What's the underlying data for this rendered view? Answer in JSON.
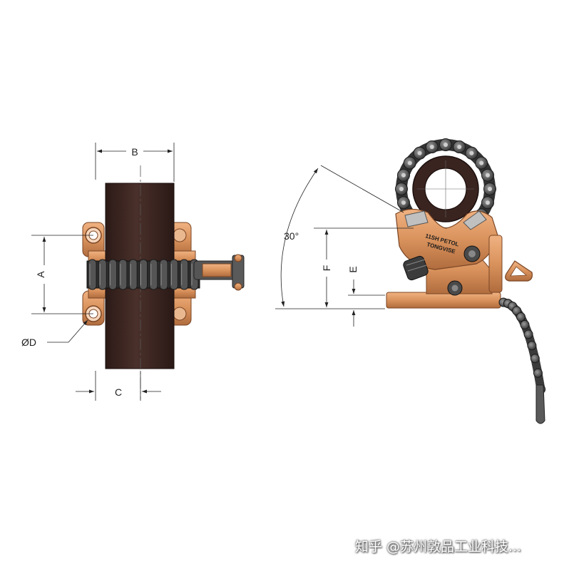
{
  "dimensions": {
    "a": "A",
    "b": "B",
    "c": "C",
    "d": "ØD",
    "e": "E",
    "f": "F",
    "angle": "30°"
  },
  "tool_label": {
    "line1": "11SH PETOL",
    "line2": "TONGVISE"
  },
  "watermark": "知乎 @苏州敦品工业科技...",
  "colors": {
    "bronze": "#d9925c",
    "bronze_dark": "#a8643a",
    "pipe": "#3a2420",
    "chain": "#4a4a4a",
    "chain_light": "#8a8a8a",
    "line": "#222222"
  }
}
